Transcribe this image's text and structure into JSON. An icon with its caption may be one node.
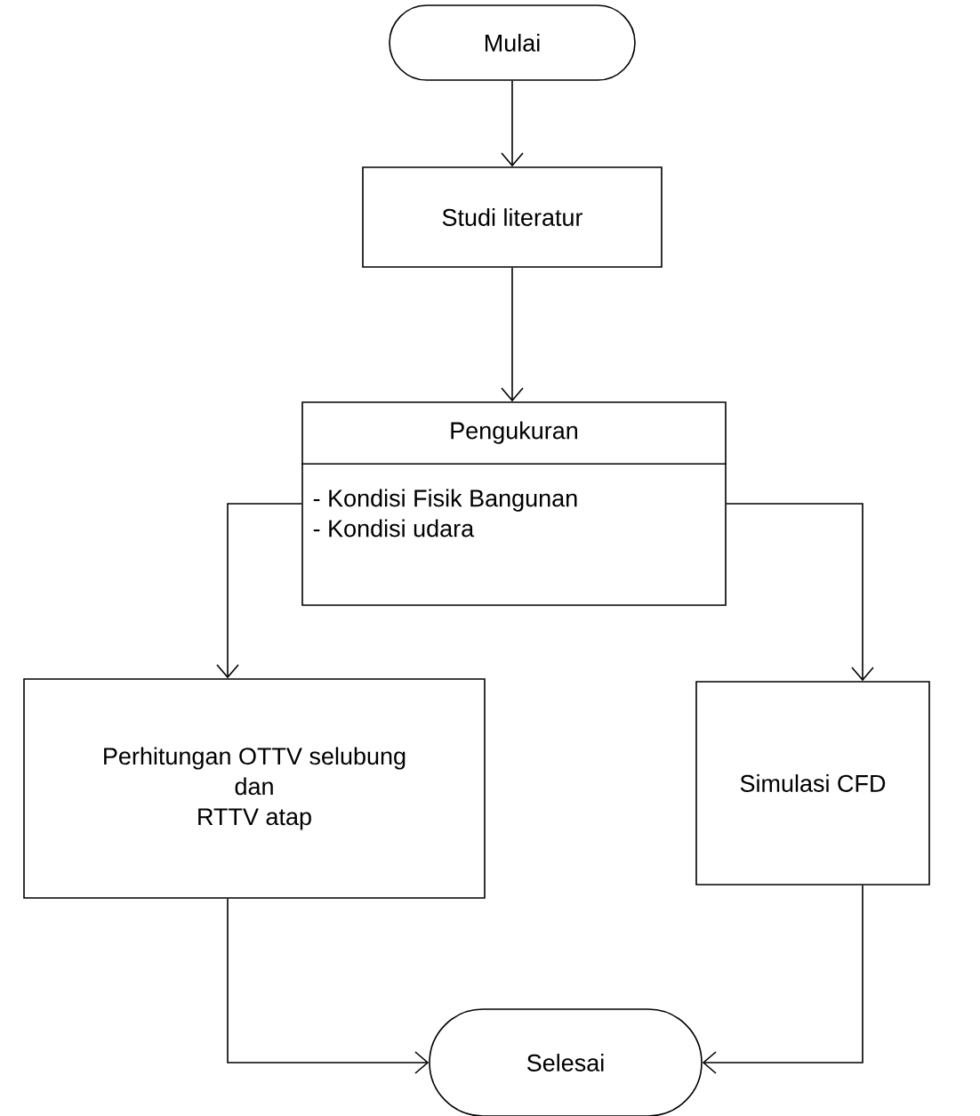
{
  "diagram": {
    "nodes": [
      {
        "text": [
          "Mulai"
        ]
      },
      {
        "text": [
          "Studi literatur"
        ]
      },
      {
        "text": [
          "Pengukuran",
          "- Kondisi Fisik Bangunan",
          "- Kondisi udara"
        ]
      },
      {
        "text": [
          "Perhitungan OTTV selubung",
          "dan",
          "RTTV atap"
        ]
      },
      {
        "text": [
          "Simulasi CFD"
        ]
      },
      {
        "text": [
          "Selesai"
        ]
      }
    ],
    "edges": [
      {
        "from": 0,
        "to": 1,
        "arrow": "to"
      },
      {
        "from": 1,
        "to": 2,
        "arrow": "to"
      },
      {
        "from": 2,
        "to": 3,
        "arrow": "to"
      },
      {
        "from": 2,
        "to": 4,
        "arrow": "to"
      },
      {
        "from": 3,
        "to": 5,
        "arrow": "to"
      },
      {
        "from": 4,
        "to": 5,
        "arrow": "to"
      }
    ]
  }
}
